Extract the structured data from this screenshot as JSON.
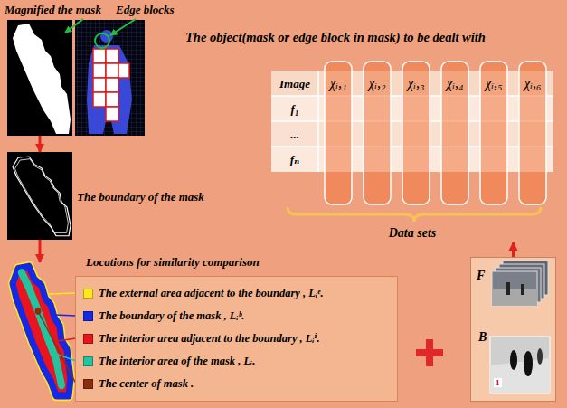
{
  "diagram": {
    "nodes": [
      {
        "text": [
          "Magnified the mask"
        ]
      },
      {
        "text": [
          "Edge blocks"
        ]
      },
      {
        "text": [
          "The boundary of the mask"
        ]
      },
      {
        "text": [
          "Locations for similarity comparison"
        ]
      },
      {
        "text": [
          "Data sets"
        ]
      },
      {
        "text": [
          "F",
          "B",
          "1"
        ]
      }
    ],
    "edges": [
      {
        "from": 0,
        "to": 2,
        "arrow": "to"
      },
      {
        "from": 2,
        "to": 3,
        "arrow": "to"
      },
      {
        "from": 5,
        "to": 4,
        "arrow": "to"
      }
    ],
    "labels": [
      "The object(mask or edge block in mask) to be dealt with",
      "Image",
      "χᵢ,₁",
      "χᵢ,₂",
      "χᵢ,₃",
      "χᵢ,₄",
      "χᵢ,₅",
      "χᵢ,₆",
      "f₁",
      "...",
      "fₙ"
    ],
    "legend": [
      {
        "text": "The external area adjacent to the boundary , Lᵢᵉ.",
        "color": "#FFE81A"
      },
      {
        "text": "The boundary of the mask , Lᵢᵇ.",
        "color": "#1428E6"
      },
      {
        "text": "The interior area adjacent to the boundary , Lᵢⁱ.",
        "color": "#E8141E"
      },
      {
        "text": "The interior area of the mask , Lᵢ.",
        "color": "#22C4A0"
      },
      {
        "text": "The center of mask .",
        "color": "#8A2E0E"
      }
    ]
  }
}
